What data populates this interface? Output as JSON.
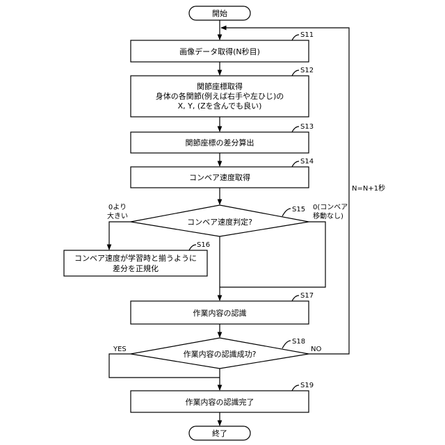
{
  "terminals": {
    "start": "開始",
    "end": "終了"
  },
  "steps": {
    "s11": {
      "id": "S11",
      "lines": [
        "画像データ取得(N秒目)"
      ]
    },
    "s12": {
      "id": "S12",
      "lines": [
        "関節座標取得",
        "身体の各関節(例えば右手や左ひじ)の",
        "X, Y, (Zを含んでも良い)"
      ]
    },
    "s13": {
      "id": "S13",
      "lines": [
        "関節座標の差分算出"
      ]
    },
    "s14": {
      "id": "S14",
      "lines": [
        "コンベア速度取得"
      ]
    },
    "s15": {
      "id": "S15",
      "lines": [
        "コンベア速度判定?"
      ]
    },
    "s16": {
      "id": "S16",
      "lines": [
        "コンベア速度が学習時と揃うように",
        "差分を正規化"
      ]
    },
    "s17": {
      "id": "S17",
      "lines": [
        "作業内容の認識"
      ]
    },
    "s18": {
      "id": "S18",
      "lines": [
        "作業内容の認識成功?"
      ]
    },
    "s19": {
      "id": "S19",
      "lines": [
        "作業内容の認識完了"
      ]
    }
  },
  "branch_labels": {
    "s15_left": [
      "0より",
      "大きい"
    ],
    "s15_right": [
      "0(コンベア",
      "移動なし)"
    ],
    "s18_yes": "YES",
    "s18_no": "NO",
    "loop": "N=N+1秒"
  }
}
